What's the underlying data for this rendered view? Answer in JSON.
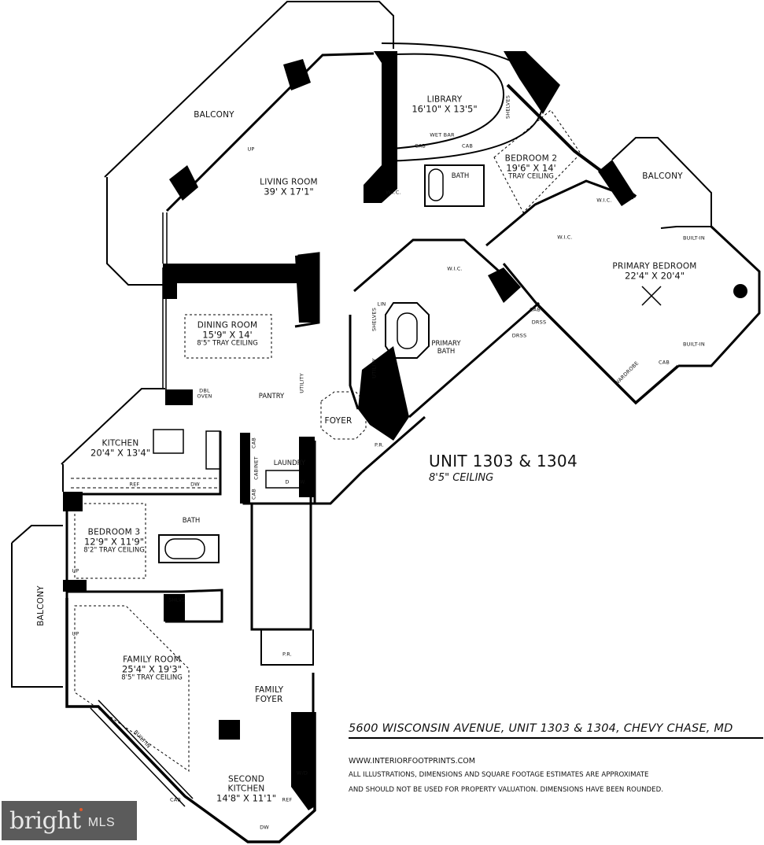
{
  "plan": {
    "unit_title": "UNIT 1303 & 1304",
    "unit_ceiling": "8'5\" CEILING",
    "rooms": {
      "living": {
        "name": "LIVING ROOM",
        "dim": "39' X 17'1\""
      },
      "library": {
        "name": "LIBRARY",
        "dim": "16'10\" X 13'5\""
      },
      "wet_bar": {
        "name": "WET BAR"
      },
      "bedroom2": {
        "name": "BEDROOM 2",
        "dim": "19'6\" X 14'",
        "note": "TRAY CEILING"
      },
      "primary_bedroom": {
        "name": "PRIMARY BEDROOM",
        "dim": "22'4\" X 20'4\""
      },
      "primary_bath": {
        "name": "PRIMARY",
        "name2": "BATH"
      },
      "dining": {
        "name": "DINING ROOM",
        "dim": "15'9\" X 14'",
        "note": "8'5\" TRAY CEILING"
      },
      "foyer": {
        "name": "FOYER"
      },
      "kitchen": {
        "name": "KITCHEN",
        "dim": "20'4\" X 13'4\""
      },
      "laundry": {
        "name": "LAUNDRY"
      },
      "bedroom3": {
        "name": "BEDROOM 3",
        "dim": "12'9\" X 11'9\"",
        "note": "8'2\" TRAY CEILING"
      },
      "bath_lib": {
        "name": "BATH"
      },
      "bath_b3": {
        "name": "BATH"
      },
      "family_room": {
        "name": "FAMILY ROOM",
        "dim": "25'4\" X 19'3\"",
        "note": "8'5\" TRAY CEILING"
      },
      "family_foyer": {
        "name": "FAMILY",
        "name2": "FOYER"
      },
      "second_kitchen": {
        "name": "SECOND",
        "name2": "KITCHEN",
        "dim": "14'8\" X 11'1\""
      },
      "balcony_top": {
        "name": "BALCONY"
      },
      "balcony_right": {
        "name": "BALCONY"
      },
      "balcony_left": {
        "name": "BALCONY"
      },
      "pantry": {
        "name": "PANTRY"
      },
      "pr_main": {
        "name": "P.R."
      },
      "pr_family": {
        "name": "P.R."
      }
    },
    "fixtures": {
      "wic": "W.I.C.",
      "shelves": "SHELVES",
      "shlvs": "SHLVS",
      "cab": "CAB",
      "cabinet": "CABINET",
      "utility": "UTILITY",
      "lin": "LIN",
      "dress": "DRSS",
      "built_in": "BUILT-IN",
      "wardrobe": "WARDROBE",
      "dbl_oven_1": "DBL",
      "dbl_oven_2": "OVEN",
      "ref": "REF",
      "dw": "DW",
      "dryer": "D",
      "washer": "W.",
      "wd": "W/D",
      "up": "UP"
    }
  },
  "footer": {
    "address": "5600 WISCONSIN AVENUE, UNIT 1303 & 1304, CHEVY CHASE, MD",
    "website": "WWW.INTERIORFOOTPRINTS.COM",
    "disclaimer_1": "ALL ILLUSTRATIONS, DIMENSIONS AND SQUARE FOOTAGE ESTIMATES ARE APPROXIMATE",
    "disclaimer_2": "AND  SHOULD NOT BE USED FOR PROPERTY VALUATION. DIMENSIONS HAVE BEEN ROUNDED."
  },
  "watermark": {
    "brand": "bright",
    "suffix": "MLS",
    "accent_color": "#e2592a",
    "bg_color": "#5b5b5b"
  }
}
